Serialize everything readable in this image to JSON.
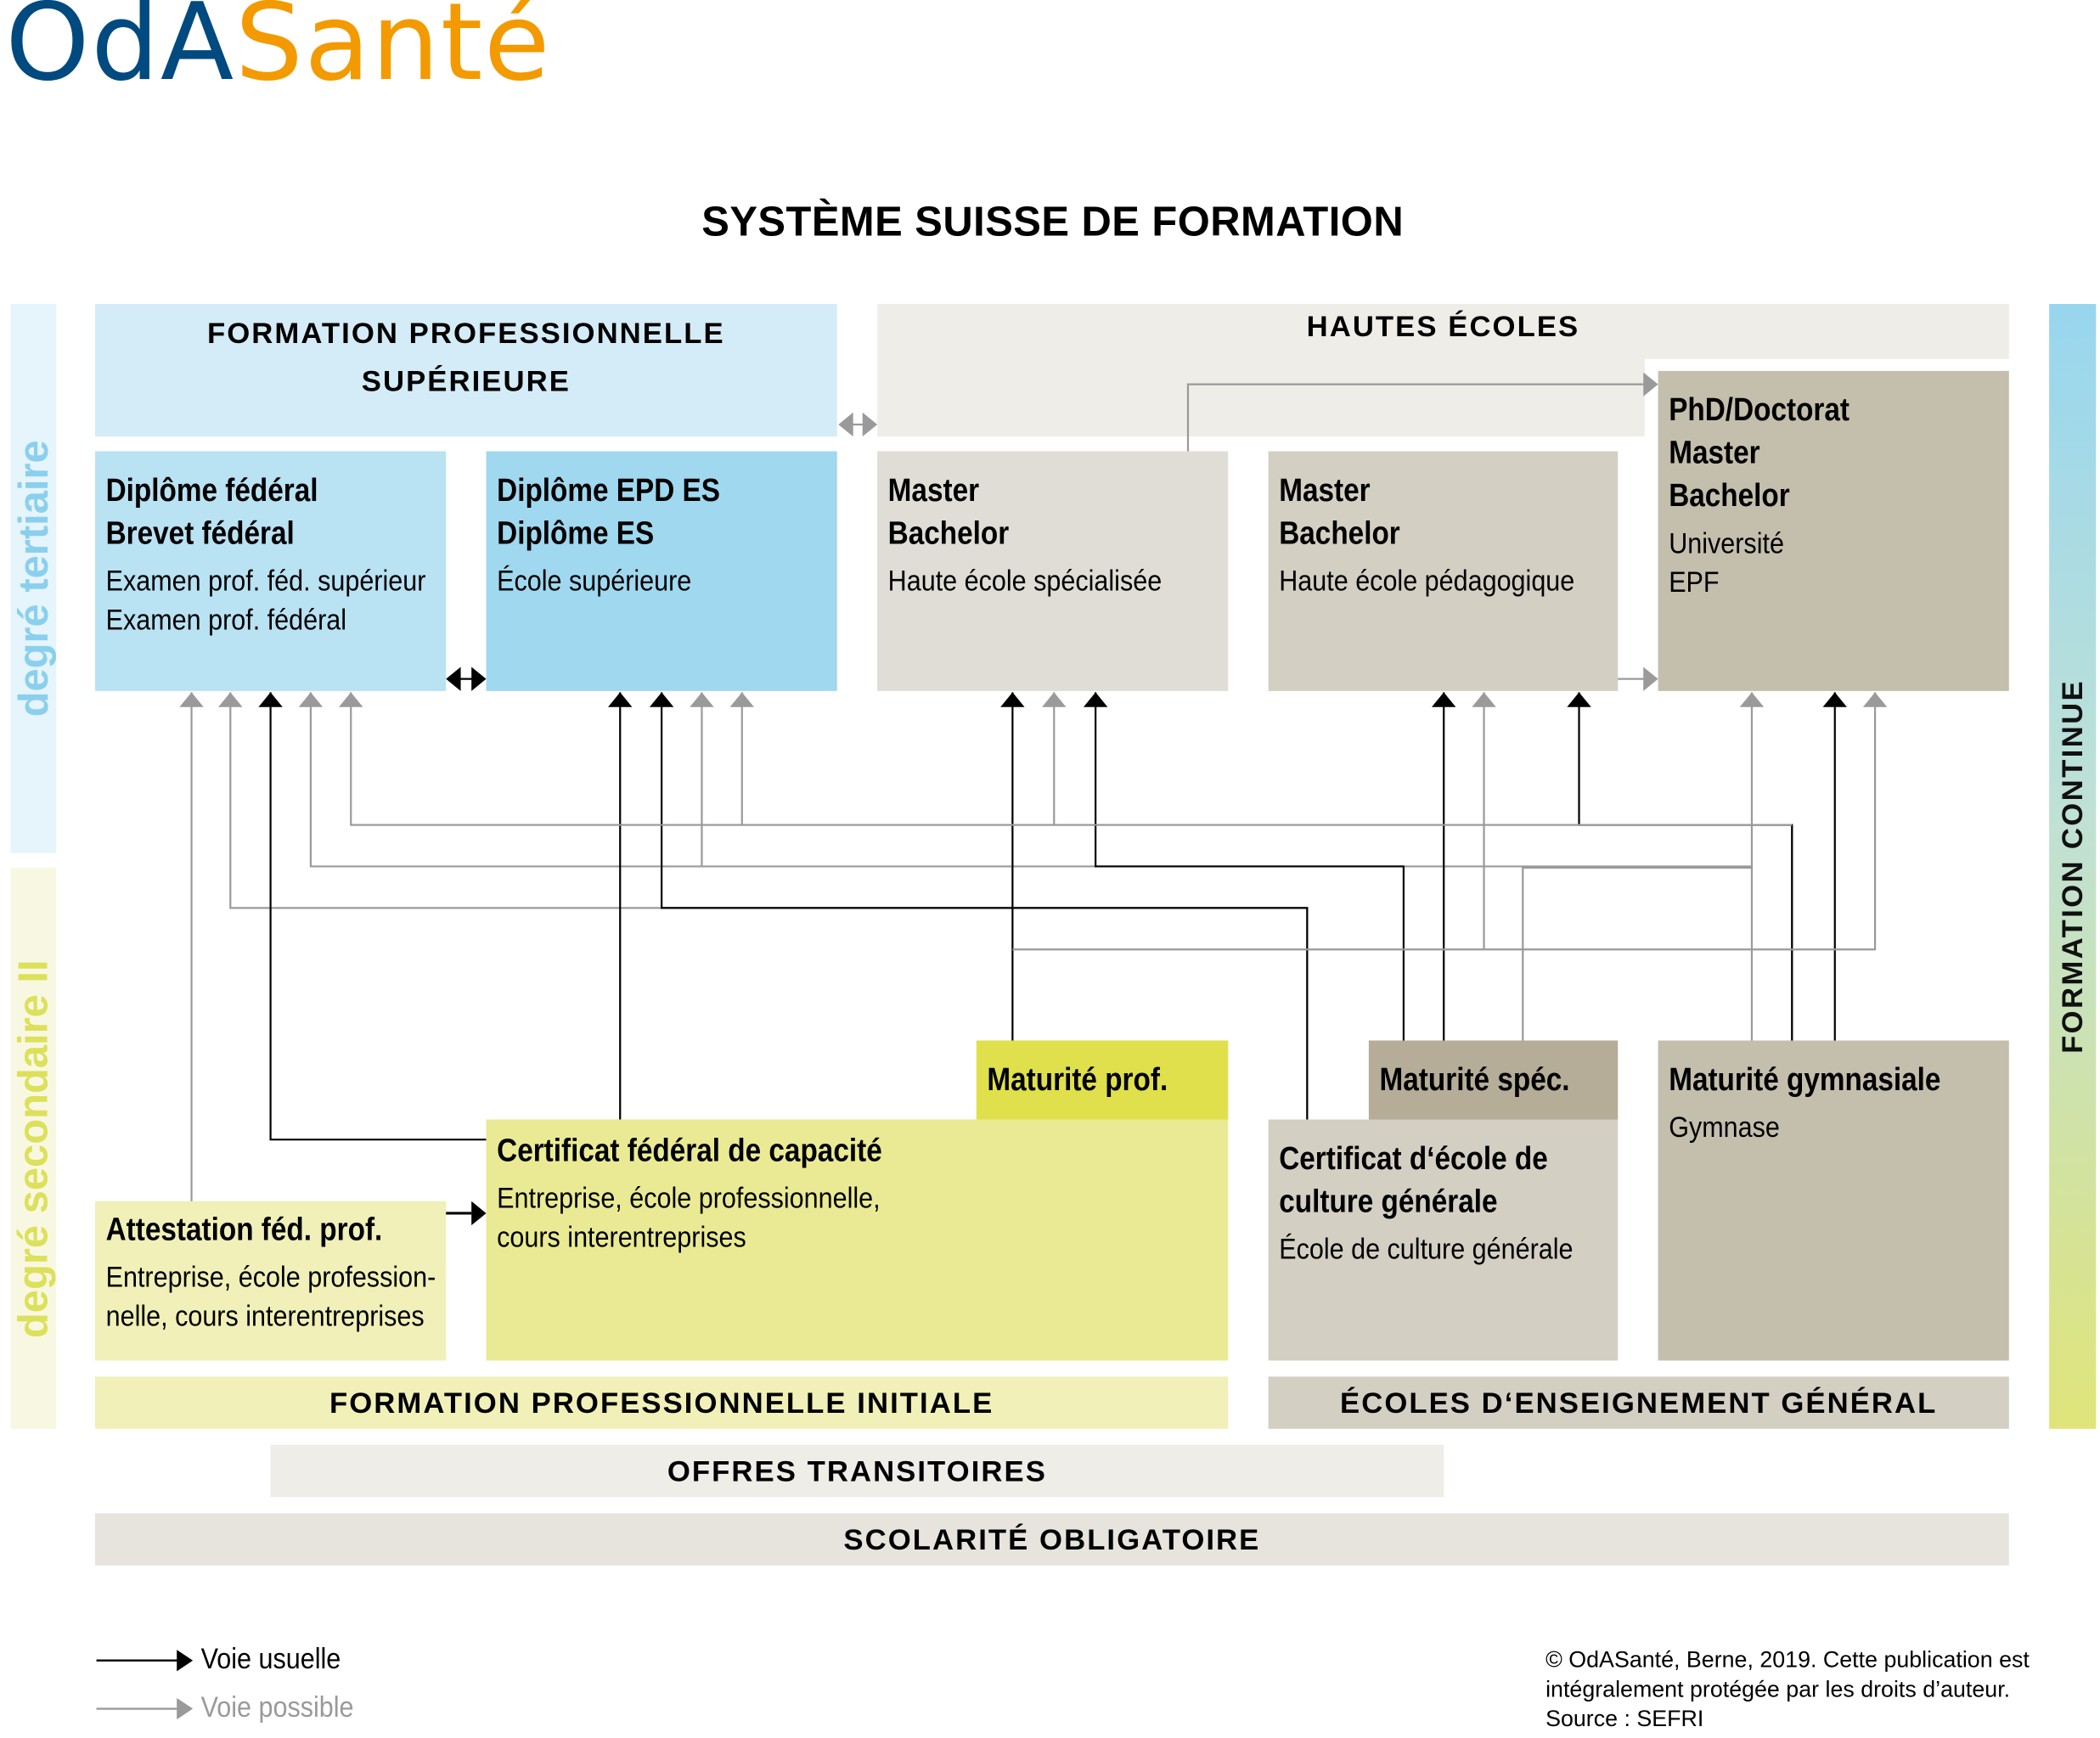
{
  "logo": {
    "part1": "OdA",
    "part2": "Santé"
  },
  "title": "SYSTÈME SUISSE DE FORMATION",
  "colors": {
    "logo_blue": "#004a80",
    "logo_orange": "#f39a00",
    "voie_usuelle": "#000000",
    "voie_possible": "#9a9a9a",
    "tertiary_light": "#d4ecf7",
    "tertiary_box": "#b9e2f3",
    "tertiary_box_dark": "#9fd8ef",
    "secondary_light": "#f0f0b8",
    "secondary_mid": "#eaea95",
    "maturite_prof": "#dfe04b",
    "grey_light": "#eeede8",
    "grey_mid": "#dfddd5",
    "grey_hep": "#d3cfc3",
    "grey_dark": "#c4bead",
    "maturite_spec": "#b5ad98"
  },
  "side_labels": {
    "tertiary": "degré tertiaire",
    "secondary": "degré secondaire II",
    "continuing": "FORMATION CONTINUE"
  },
  "tertiary": {
    "fps_header": [
      "FORMATION PROFESSIONNELLE",
      "SUPÉRIEURE"
    ],
    "he_header": "HAUTES ÉCOLES",
    "boxes": [
      {
        "titles": [
          "Diplôme fédéral",
          "Brevet fédéral"
        ],
        "subs": [
          "Examen prof. féd. supérieur",
          "Examen prof. fédéral"
        ]
      },
      {
        "titles": [
          "Diplôme EPD ES",
          "Diplôme ES"
        ],
        "subs": [
          "École supérieure"
        ]
      },
      {
        "titles": [
          "Master",
          "Bachelor"
        ],
        "subs": [
          "Haute école spécialisée"
        ]
      },
      {
        "titles": [
          "Master",
          "Bachelor"
        ],
        "subs": [
          "Haute école pédagogique"
        ]
      },
      {
        "titles": [
          "PhD/Doctorat",
          "Master",
          "Bachelor"
        ],
        "subs": [
          "Université",
          "EPF"
        ]
      }
    ]
  },
  "secondary": {
    "maturite_prof": "Maturité prof.",
    "cfc": {
      "title": "Certificat fédéral de capacité",
      "subs": [
        "Entreprise, école professionnelle,",
        "cours interentreprises"
      ]
    },
    "afp": {
      "title": "Attestation féd. prof.",
      "subs": [
        "Entreprise, école profession-",
        "nelle, cours interentreprises"
      ]
    },
    "maturite_spec": "Maturité spéc.",
    "ecg": {
      "titles": [
        "Certificat d‘école de",
        "culture générale"
      ],
      "subs": [
        "École de culture générale"
      ]
    },
    "maturite_gym": {
      "title": "Maturité gymnasiale",
      "subs": [
        "Gymnase"
      ]
    },
    "fpi_band": "FORMATION PROFESSIONNELLE INITIALE",
    "eeg_band": "ÉCOLES D‘ENSEIGNEMENT GÉNÉRAL"
  },
  "bands": {
    "transitional": "OFFRES TRANSITOIRES",
    "compulsory": "SCOLARITÉ OBLIGATOIRE"
  },
  "legend": {
    "usual": "Voie usuelle",
    "possible": "Voie possible"
  },
  "copyright": [
    "© OdASanté, Berne, 2019. Cette publication est",
    "intégralement protégée par les droits d’auteur.",
    "Source : SEFRI"
  ]
}
